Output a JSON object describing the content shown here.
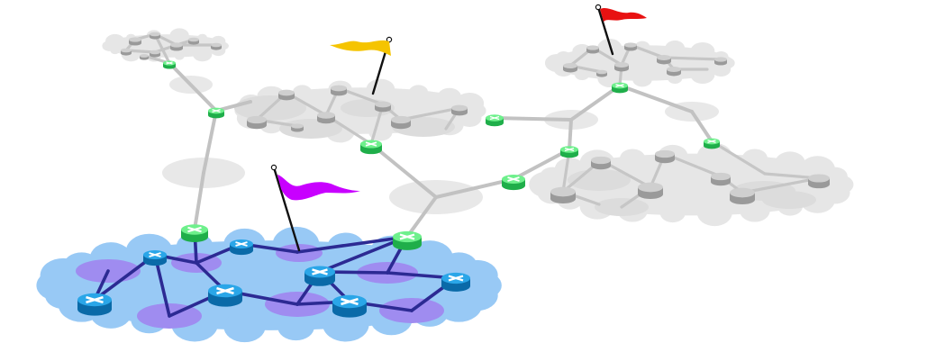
{
  "diagram": {
    "description_hidden": "",
    "domains": [
      {
        "id": "main",
        "role": "home-network"
      },
      {
        "id": "top-left",
        "role": "remote-network"
      },
      {
        "id": "top-center",
        "role": "remote-network"
      },
      {
        "id": "top-right",
        "role": "remote-network"
      },
      {
        "id": "right",
        "role": "remote-network"
      }
    ],
    "flags": [
      {
        "id": "yellow",
        "color": "#f5c400"
      },
      {
        "id": "red",
        "color": "#e81212"
      },
      {
        "id": "magenta",
        "color": "#c800ff"
      }
    ],
    "colors": {
      "home_cloud": "#98c9f5",
      "home_subnet": "#9f8cf0",
      "home_link": "#2c2a93",
      "home_router_top": "#2aa6e8",
      "home_router_side": "#0a6aa8",
      "remote_cloud": "#e6e6e6",
      "remote_router": "#b8b8b8",
      "remote_link": "#c6c6c6",
      "gateway_top": "#6ef08c",
      "gateway_side": "#1fae4a",
      "inter_link": "#c2c2c2"
    }
  }
}
